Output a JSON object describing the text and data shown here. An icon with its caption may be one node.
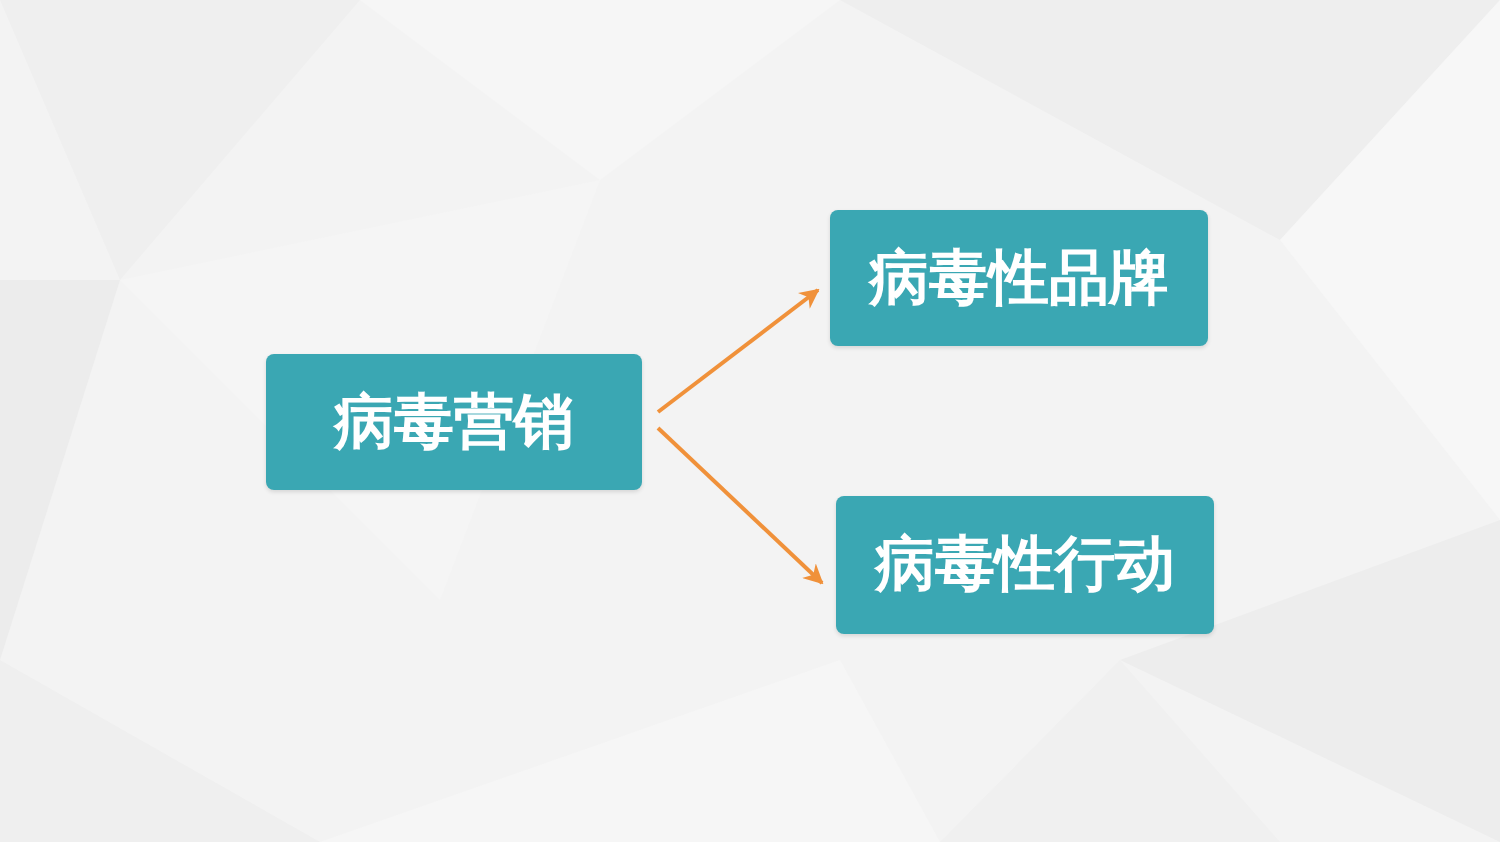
{
  "diagram": {
    "nodes": [
      {
        "text": [
          "病毒营销"
        ]
      },
      {
        "text": [
          "病毒性品牌"
        ]
      },
      {
        "text": [
          "病毒性行动"
        ]
      }
    ],
    "edges": [
      {
        "from": 0,
        "to": 1,
        "arrow": "to"
      },
      {
        "from": 0,
        "to": 2,
        "arrow": "to"
      }
    ]
  }
}
